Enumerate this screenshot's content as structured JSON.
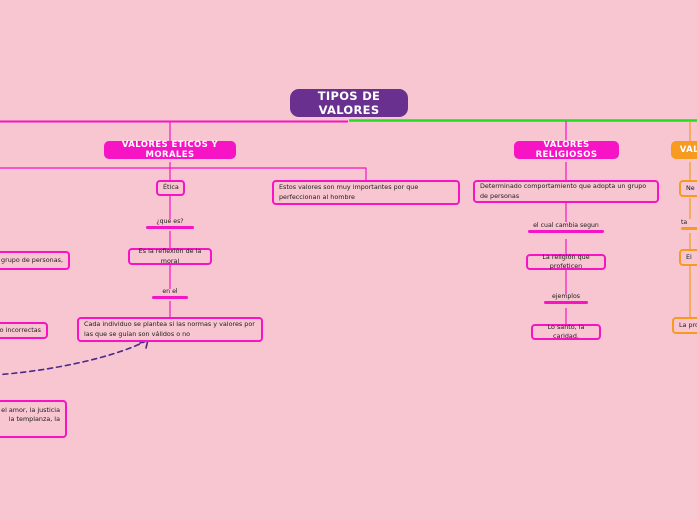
{
  "diagram": {
    "type": "mind-map",
    "title": "TIPOS DE VALORES",
    "background_color": "#f7c6d0",
    "colors": {
      "root": "#69308f",
      "branch_ethics": "#f714c4",
      "branch_religious": "#f714c4",
      "branch_right": "#f79a20",
      "trunk_left": "#f714c4",
      "trunk_right": "#22dd22",
      "dashed_arrow": "#4b2a8a"
    }
  },
  "root": {
    "label": "TIPOS DE VALORES"
  },
  "branches": {
    "ethics": {
      "label": "VALORES ETICOS Y MORALES",
      "nodes": {
        "etica": "Ética",
        "reflexion": "Es la reflexión de la moral",
        "individuo": "Cada individuo se plantea si las normas y valores por las que se guían son válidos o no",
        "importantes": "Estos valores son muy importantes por que perfeccionan al hombre",
        "grupo_personas": "n grupo de personas,",
        "incorrectas": "s o incorrectas",
        "virtudes": "a nobleza, el amor, la justicia la templanza, la"
      },
      "captions": {
        "que_es": "¿que es?",
        "en_el": "en el"
      }
    },
    "religious": {
      "label": "VALORES RELIGIOSOS",
      "nodes": {
        "comportamiento": "Determinado comportamiento que adopta un grupo de personas",
        "religion": "La religión que profeticen",
        "ejemplos": "Lo santo, la caridad."
      },
      "captions": {
        "cambia": "el cual cambia segun",
        "ejemplos": "ejemplos"
      }
    },
    "right": {
      "label": "VALO",
      "nodes": {
        "first": "Ne",
        "second": "El",
        "third": "La prosp"
      },
      "captions": {
        "first": "ta"
      }
    }
  }
}
